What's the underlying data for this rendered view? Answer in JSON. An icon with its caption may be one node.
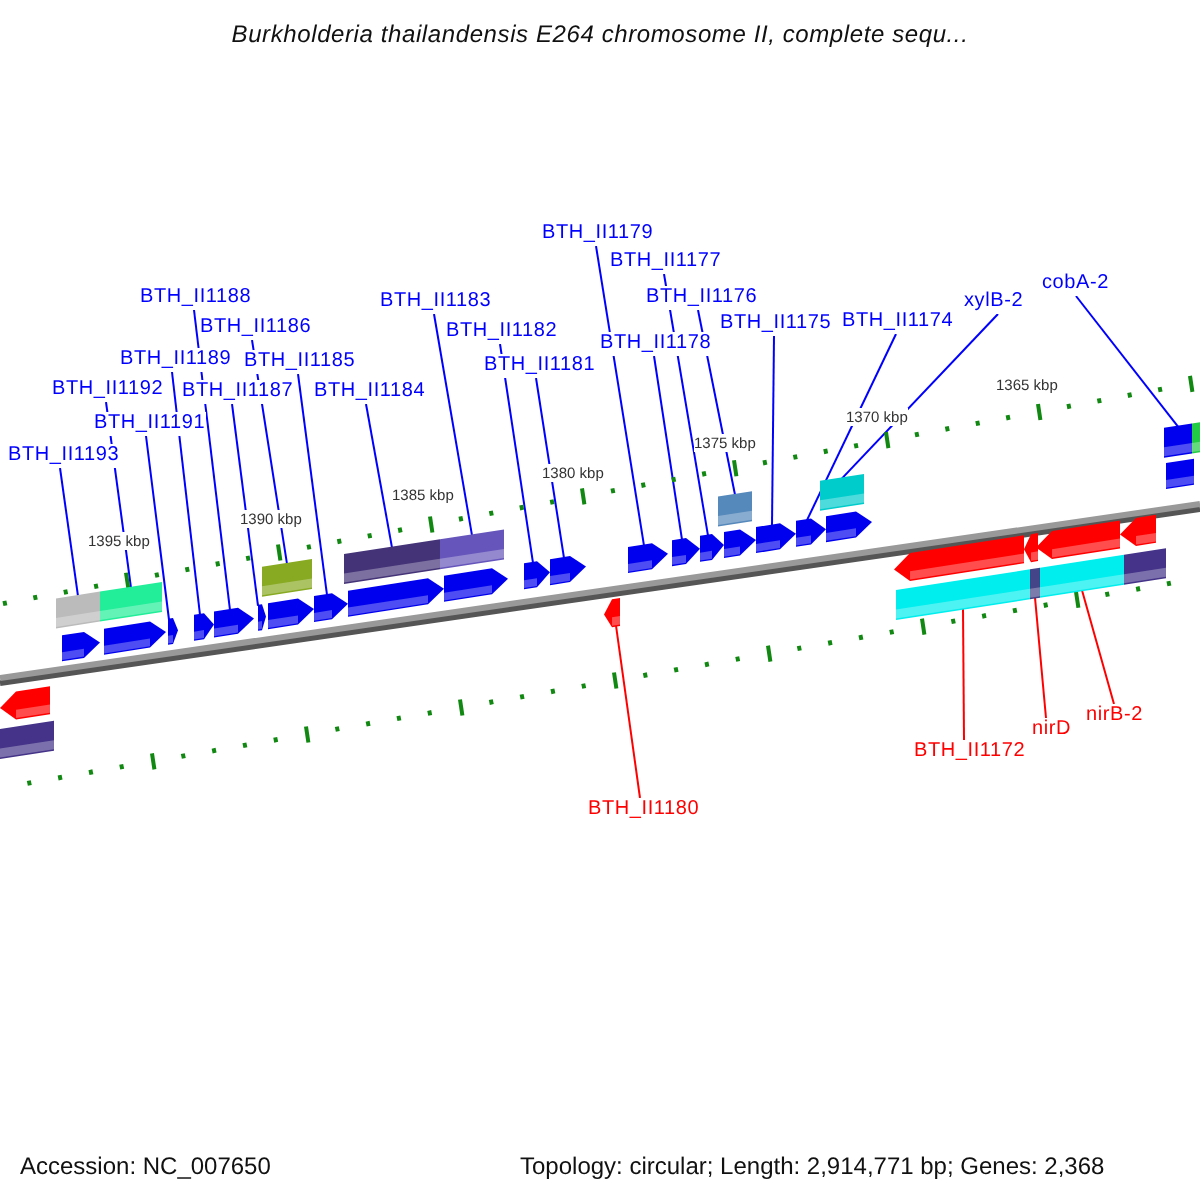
{
  "diagram": {
    "title": "Burkholderia thailandensis E264 chromosome II, complete sequ...",
    "nodes": [
      {
        "text": [
          "BTH_II1179"
        ]
      },
      {
        "text": [
          "BTH_II1177"
        ]
      },
      {
        "text": [
          "cobA-2"
        ]
      },
      {
        "text": [
          "BTH_II1188"
        ]
      },
      {
        "text": [
          "BTH_II1183"
        ]
      },
      {
        "text": [
          "BTH_II1176"
        ]
      },
      {
        "text": [
          "xylB-2"
        ]
      },
      {
        "text": [
          "BTH_II1174"
        ]
      },
      {
        "text": [
          "BTH_II1175"
        ]
      },
      {
        "text": [
          "BTH_II1186"
        ]
      },
      {
        "text": [
          "BTH_II1182"
        ]
      },
      {
        "text": [
          "BTH_II1189"
        ]
      },
      {
        "text": [
          "BTH_II1178"
        ]
      },
      {
        "text": [
          "BTH_II1185"
        ]
      },
      {
        "text": [
          "BTH_II1181"
        ]
      },
      {
        "text": [
          "BTH_II1192"
        ]
      },
      {
        "text": [
          "BTH_II1187"
        ]
      },
      {
        "text": [
          "BTH_II1184"
        ]
      },
      {
        "text": [
          "BTH_II1191"
        ]
      },
      {
        "text": [
          "BTH_II1193"
        ]
      },
      {
        "text": [
          "nirB-2"
        ]
      },
      {
        "text": [
          "nirD"
        ]
      },
      {
        "text": [
          "BTH_II1172"
        ]
      },
      {
        "text": [
          "BTH_II1180"
        ]
      },
      {
        "text": [],
        "shape": "bar"
      },
      {
        "text": [],
        "shape": "box"
      },
      {
        "text": [],
        "shape": "box"
      },
      {
        "text": [],
        "shape": "bar"
      },
      {
        "text": [],
        "shape": "box"
      },
      {
        "text": [],
        "shape": "bar"
      },
      {
        "text": [],
        "shape": "bar"
      },
      {
        "text": [],
        "shape": "bar"
      },
      {
        "text": [],
        "shape": "bar"
      },
      {
        "text": [],
        "shape": "bar"
      },
      {
        "text": [],
        "shape": "box"
      },
      {
        "text": [],
        "shape": "bar"
      },
      {
        "text": [],
        "shape": "bar"
      },
      {
        "text": [],
        "shape": "box"
      },
      {
        "text": [],
        "shape": "bar"
      },
      {
        "text": [],
        "shape": "box"
      },
      {
        "text": [],
        "shape": "bar"
      },
      {
        "text": [],
        "shape": "bar"
      },
      {
        "text": [],
        "shape": "bar"
      },
      {
        "text": [],
        "shape": "bar"
      },
      {
        "text": [],
        "shape": "bar"
      },
      {
        "text": [],
        "shape": "bar"
      },
      {
        "text": [],
        "shape": "bar"
      },
      {
        "text": [],
        "shape": "box"
      },
      {
        "text": [],
        "shape": "bar"
      },
      {
        "text": [],
        "shape": "bar"
      },
      {
        "text": [],
        "shape": "bar"
      },
      {
        "text": [],
        "shape": "box"
      },
      {
        "text": [],
        "shape": "bar"
      },
      {
        "text": [],
        "shape": "bar"
      },
      {
        "text": [],
        "shape": "box"
      },
      {
        "text": [],
        "shape": "bar"
      },
      {
        "text": [],
        "shape": "box"
      },
      {
        "text": [],
        "shape": "bar"
      },
      {
        "text": [],
        "shape": "box"
      },
      {
        "text": [],
        "shape": "bar"
      },
      {
        "text": [],
        "shape": "box"
      },
      {
        "text": [],
        "shape": "box"
      },
      {
        "text": [],
        "shape": "box"
      },
      {
        "text": [],
        "shape": "box"
      }
    ],
    "edges": [
      {
        "from": 0,
        "to": 44,
        "arrow": "none"
      },
      {
        "from": 1,
        "to": 46,
        "arrow": "none"
      },
      {
        "from": 2,
        "to": 61,
        "arrow": "none"
      },
      {
        "from": 3,
        "to": 32,
        "arrow": "none"
      },
      {
        "from": 4,
        "to": 39,
        "arrow": "none"
      },
      {
        "from": 5,
        "to": 47,
        "arrow": "none"
      },
      {
        "from": 6,
        "to": 51,
        "arrow": "none"
      },
      {
        "from": 7,
        "to": 50,
        "arrow": "none"
      },
      {
        "from": 8,
        "to": 49,
        "arrow": "none"
      },
      {
        "from": 9,
        "to": 34,
        "arrow": "none"
      },
      {
        "from": 10,
        "to": 41,
        "arrow": "none"
      },
      {
        "from": 11,
        "to": 31,
        "arrow": "none"
      },
      {
        "from": 12,
        "to": 45,
        "arrow": "none"
      },
      {
        "from": 13,
        "to": 36,
        "arrow": "none"
      },
      {
        "from": 14,
        "to": 42,
        "arrow": "none"
      },
      {
        "from": 15,
        "to": 28,
        "arrow": "none"
      },
      {
        "from": 16,
        "to": 33,
        "arrow": "none"
      },
      {
        "from": 17,
        "to": 37,
        "arrow": "none"
      },
      {
        "from": 18,
        "to": 30,
        "arrow": "none"
      },
      {
        "from": 19,
        "to": 26,
        "arrow": "none"
      },
      {
        "from": 20,
        "to": 58,
        "arrow": "none",
        "color": "#ff0000"
      },
      {
        "from": 21,
        "to": 56,
        "arrow": "none",
        "color": "#ff0000"
      },
      {
        "from": 22,
        "to": 54,
        "arrow": "none",
        "color": "#ff0000"
      },
      {
        "from": 23,
        "to": 43,
        "arrow": "none",
        "color": "#ff0000"
      }
    ],
    "labels": [
      "1395 kbp",
      "1390 kbp",
      "1385 kbp",
      "1380 kbp",
      "1375 kbp",
      "1370 kbp",
      "1365 kbp",
      "Accession: NC_007650",
      "Topology: circular; Length: 2,914,771 bp; Genes: 2,368"
    ]
  }
}
